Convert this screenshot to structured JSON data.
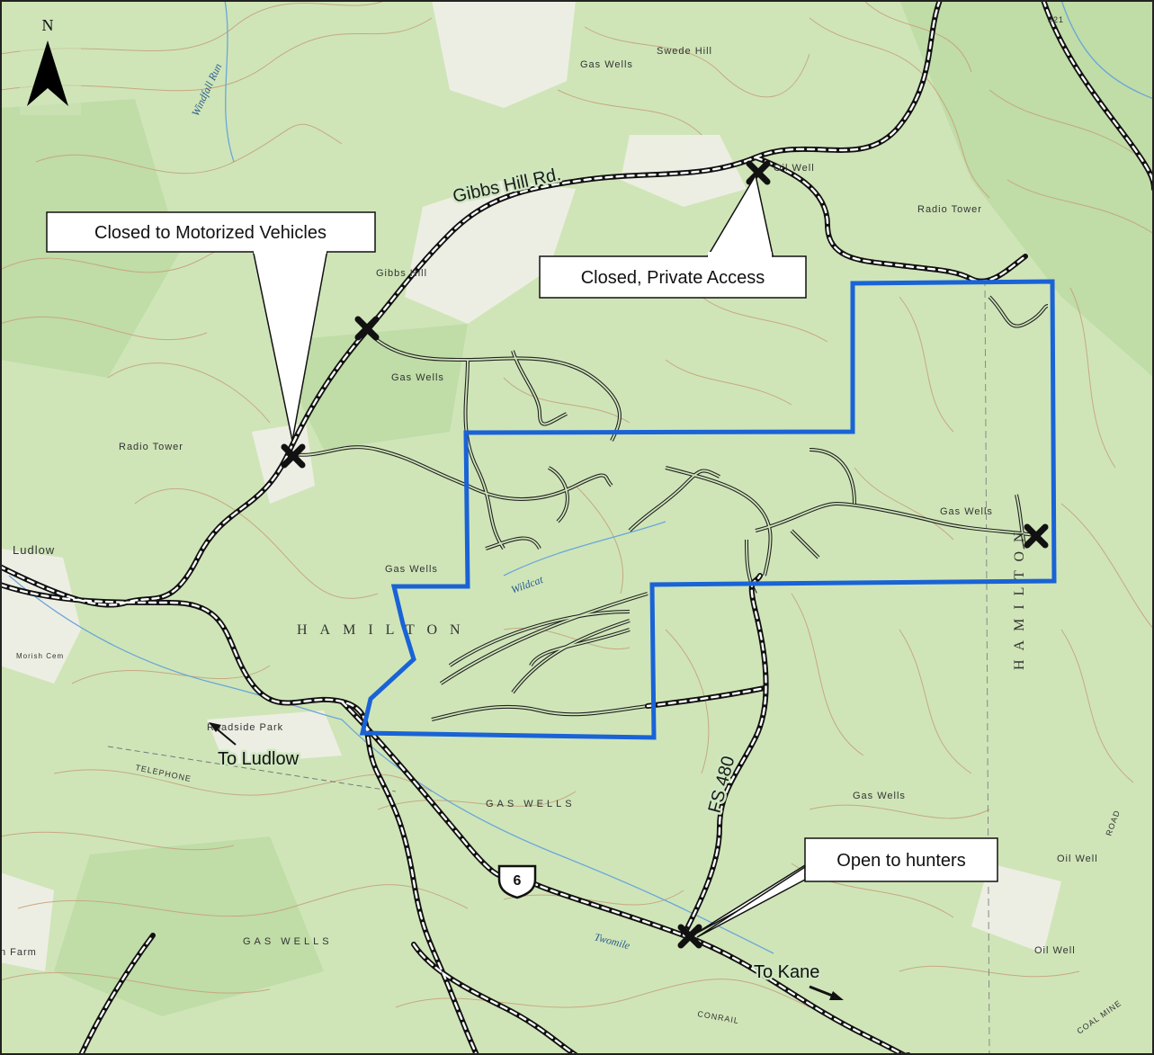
{
  "map": {
    "north_label": "N",
    "callouts": {
      "motorized": "Closed to Motorized Vehicles",
      "private": "Closed, Private Access",
      "hunters": "Open to hunters"
    },
    "road_labels": {
      "gibbs": "Gibbs Hill Rd.",
      "fs480": "FS 480",
      "us6": "6"
    },
    "direction_labels": {
      "ludlow": "To Ludlow",
      "kane": "To Kane"
    },
    "topo": {
      "swede_hill": "Swede Hill",
      "gas_wells": "Gas Wells",
      "gas_wells_caps": "GAS WELLS",
      "gibbs_hill": "Gibbs Hill",
      "radio_tower": "Radio Tower",
      "radio_tower2": "Radio Tower",
      "oil_well": "Oil Well",
      "ludlow": "Ludlow",
      "hamilton": "HAMILTON",
      "wildcat": "Wildcat",
      "twomile": "Twomile",
      "windfall_run": "Windfall Run",
      "telephone": "TELEPHONE",
      "conrail": "CONRAIL",
      "road": "ROAD",
      "coal_mine": "COAL MINE",
      "roadside_park": "Roadside Park",
      "route_321": "321",
      "farm": "n Farm",
      "morish_cem": "Morish Cem"
    },
    "colors": {
      "terrain": "#cfe5b8",
      "contour": "#c6a27a",
      "boundary": "#1a63d6",
      "road_dark": "#111111",
      "road_light": "#ffffff",
      "trail": "#222222"
    }
  }
}
